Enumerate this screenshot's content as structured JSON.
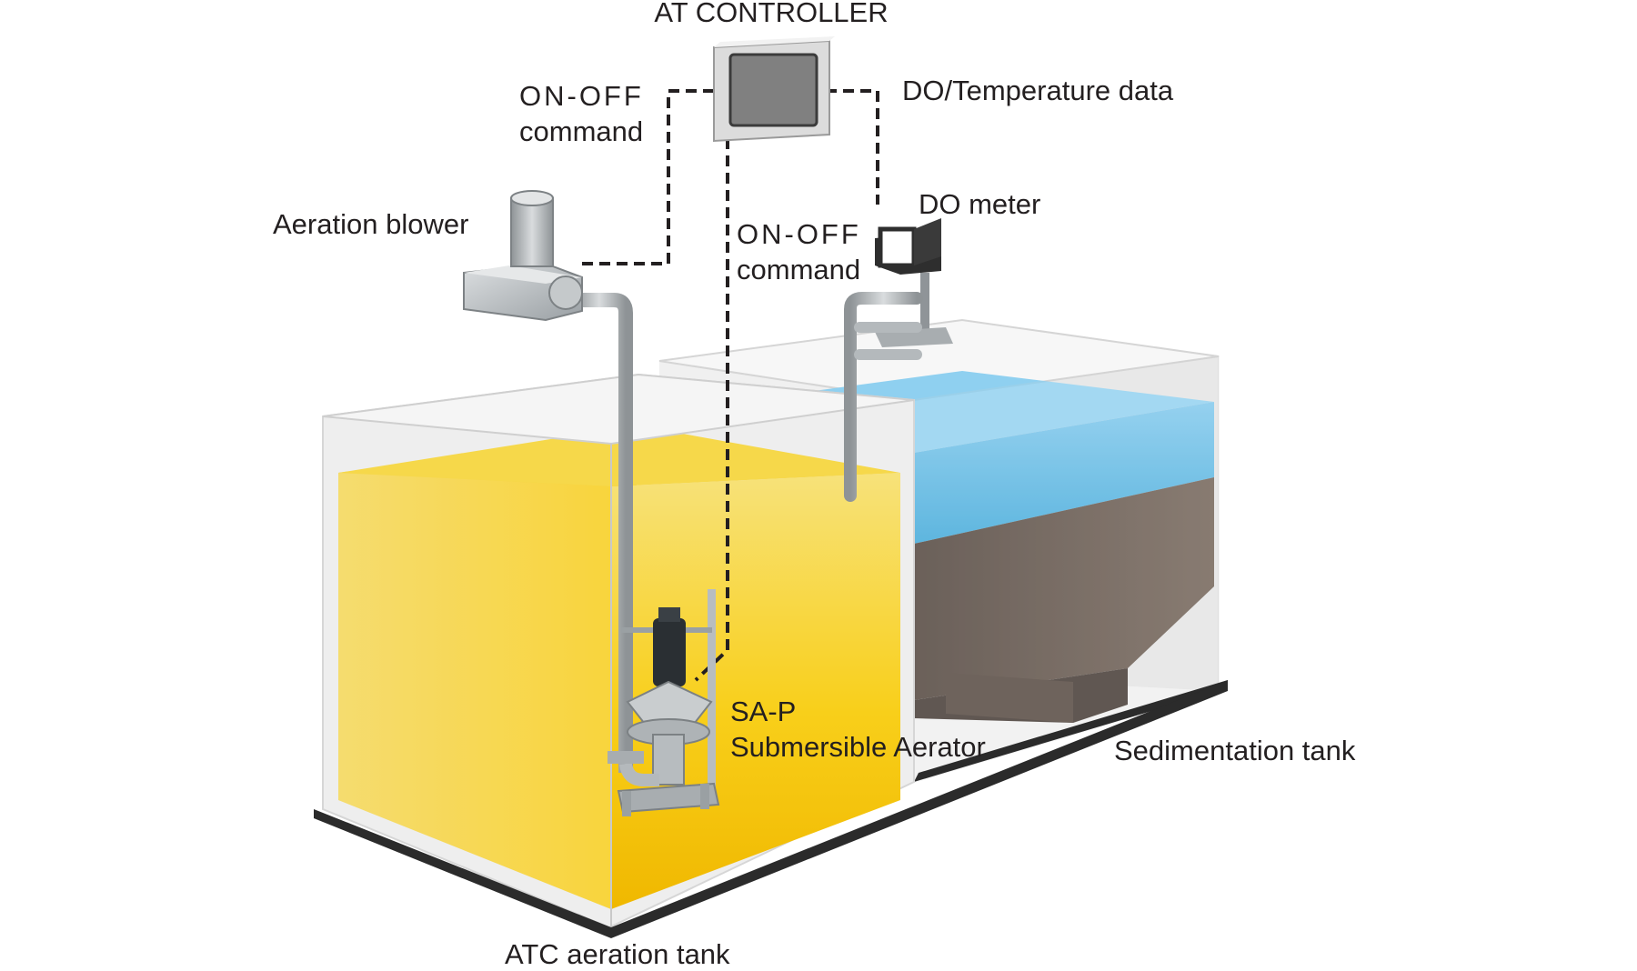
{
  "labels": {
    "controller": "AT CONTROLLER",
    "onoff_left_1": "ON-OFF",
    "onoff_left_2": "command",
    "do_temp": "DO/Temperature data",
    "aeration_blower": "Aeration blower",
    "do_meter": "DO meter",
    "onoff_mid_1": "ON-OFF",
    "onoff_mid_2": "command",
    "aerator_1": "SA-P",
    "aerator_2": "Submersible Aerator",
    "sedimentation_tank": "Sedimentation tank",
    "aeration_tank": "ATC aeration tank"
  },
  "colors": {
    "aeration_liquid": "#f7c600",
    "clear_water": "#4fb3e0",
    "sludge": "#5a4a40",
    "tank_wall": "#e8e8e8",
    "tank_floor": "#2b2b2b",
    "equipment": "#b8bcbf",
    "signal_line": "#231f20"
  }
}
